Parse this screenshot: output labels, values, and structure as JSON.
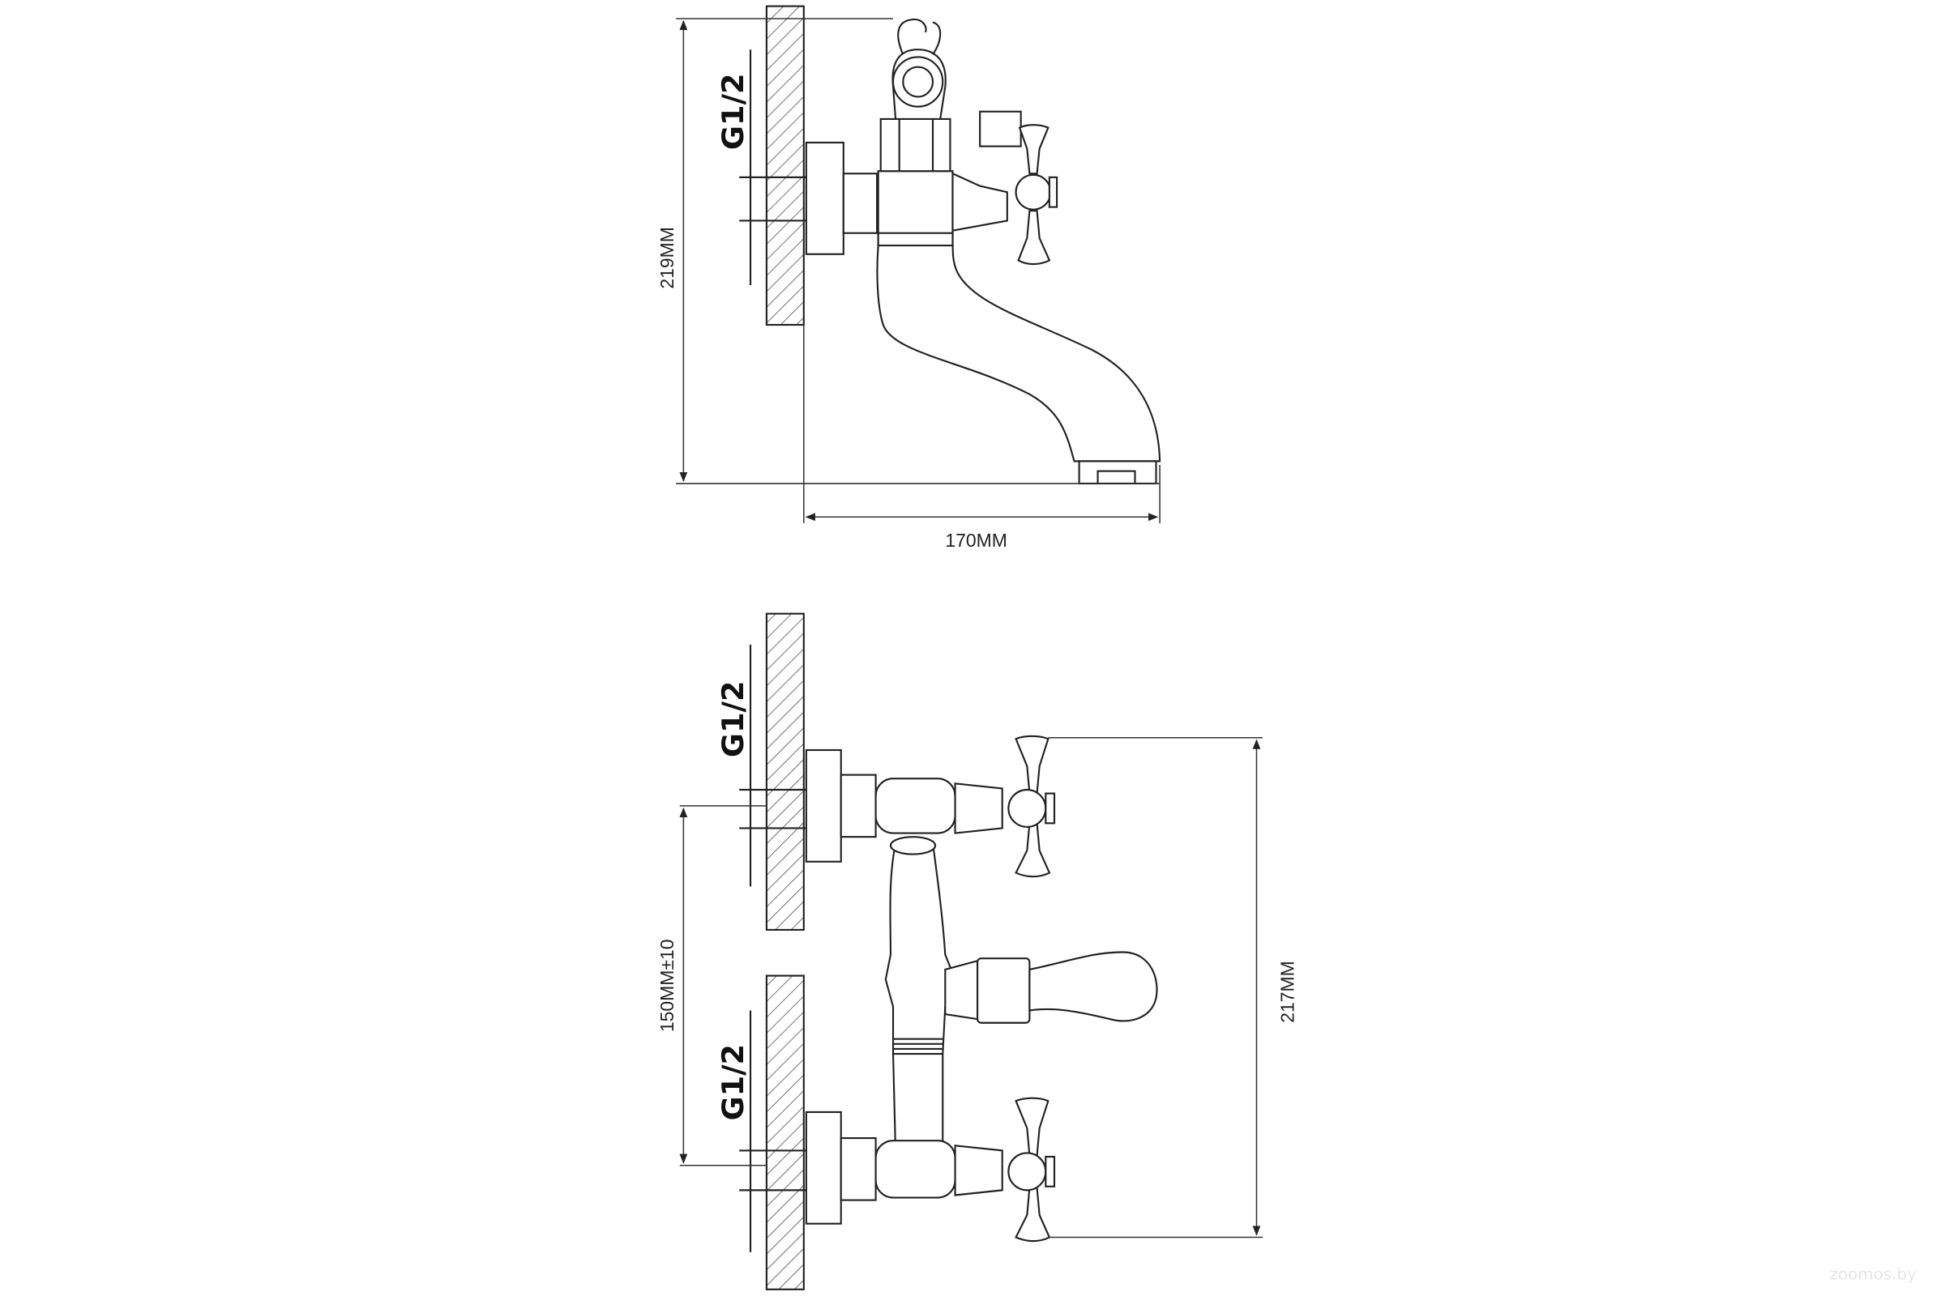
{
  "side_view": {
    "thread_label": "G1/2",
    "height_label": "219MM",
    "depth_label": "170MM"
  },
  "front_view": {
    "thread_label_top": "G1/2",
    "thread_label_bottom": "G1/2",
    "spacing_label": "150MM±10",
    "height_label": "217MM"
  },
  "watermark": "zoomos.by"
}
